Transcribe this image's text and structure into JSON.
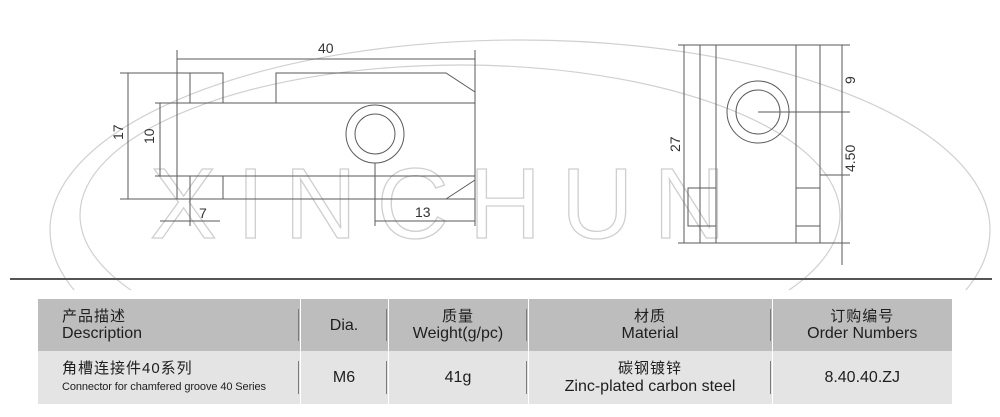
{
  "brand_watermark": "XINCHUN",
  "drawing": {
    "front_view": {
      "dimensions": {
        "overall_length": "40",
        "overall_height": "17",
        "inner_height": "10",
        "left_offset": "7",
        "hole_offset": "13"
      }
    },
    "side_view": {
      "dimensions": {
        "total_height": "27",
        "top_to_hole": "9",
        "hole_to_step": "4.50"
      }
    }
  },
  "table": {
    "headers": {
      "description_zh": "产品描述",
      "description_en": "Description",
      "dia": "Dia.",
      "weight_zh": "质量",
      "weight_en": "Weight(g/pc)",
      "material_zh": "材质",
      "material_en": "Material",
      "order_zh": "订购编号",
      "order_en": "Order Numbers"
    },
    "row": {
      "description_zh": "角槽连接件40系列",
      "description_en": "Connector for chamfered groove 40 Series",
      "dia": "M6",
      "weight": "41g",
      "material_zh": "碳钢镀锌",
      "material_en": "Zinc-plated carbon steel",
      "order_number": "8.40.40.ZJ"
    }
  }
}
